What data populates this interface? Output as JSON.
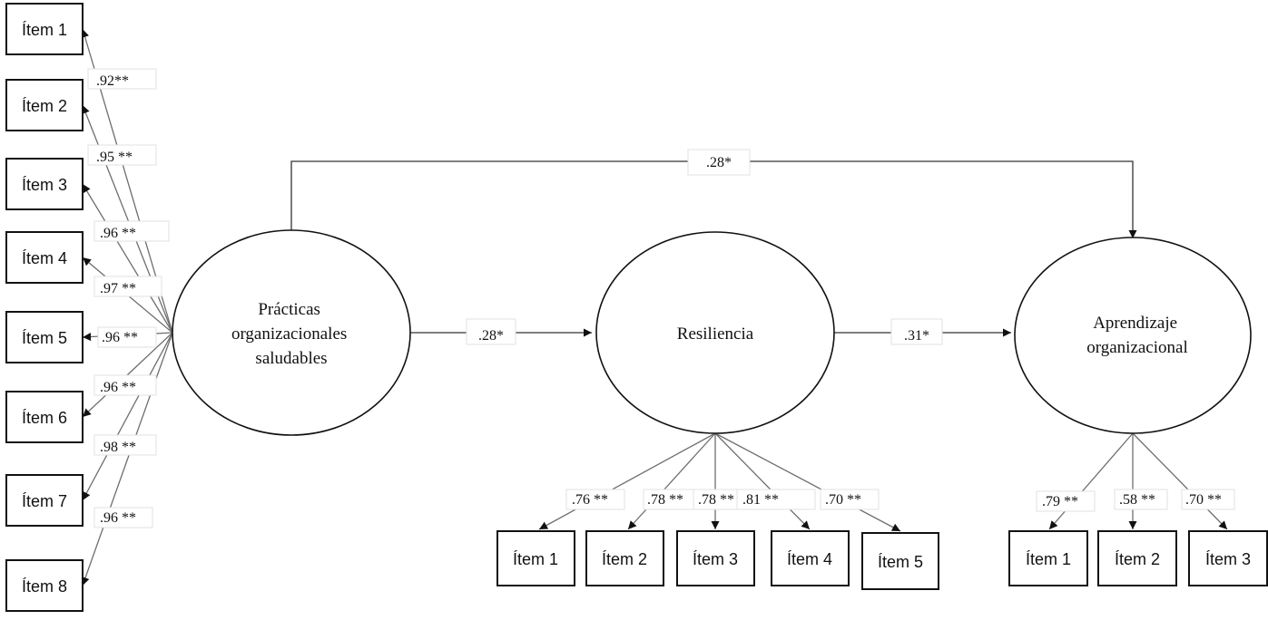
{
  "latents": {
    "practicas": {
      "lines": [
        "Prácticas",
        "organizacionales",
        "saludables"
      ]
    },
    "resiliencia": {
      "lines": [
        "Resiliencia"
      ]
    },
    "aprendizaje": {
      "lines": [
        "Aprendizaje",
        "organizacional"
      ]
    }
  },
  "practicas_items": [
    {
      "label": "Ítem 1",
      "loading": ".92**"
    },
    {
      "label": "Ítem 2",
      "loading": ".95 **"
    },
    {
      "label": "Ítem 3",
      "loading": ".96 **"
    },
    {
      "label": "Ítem 4",
      "loading": ".97 **"
    },
    {
      "label": "Ítem 5",
      "loading": ".96 **"
    },
    {
      "label": "Ítem 6",
      "loading": ".96 **"
    },
    {
      "label": "Ítem 7",
      "loading": ".98 **"
    },
    {
      "label": "Ítem 8",
      "loading": ".96 **"
    }
  ],
  "resiliencia_items": [
    {
      "label": "Ítem 1",
      "loading": ".76 **"
    },
    {
      "label": "Ítem 2",
      "loading": ".78 **"
    },
    {
      "label": "Ítem 3",
      "loading": ".78 **"
    },
    {
      "label": "Ítem 4",
      "loading": ".81 **"
    },
    {
      "label": "Ítem 5",
      "loading": ".70 **"
    }
  ],
  "aprendizaje_items": [
    {
      "label": "Ítem 1",
      "loading": ".79 **"
    },
    {
      "label": "Ítem 2",
      "loading": ".58 **"
    },
    {
      "label": "Ítem 3",
      "loading": ".70 **"
    }
  ],
  "paths": {
    "practicas_to_resiliencia": ".28*",
    "resiliencia_to_aprendizaje": ".31*",
    "practicas_to_aprendizaje": ".28*"
  }
}
